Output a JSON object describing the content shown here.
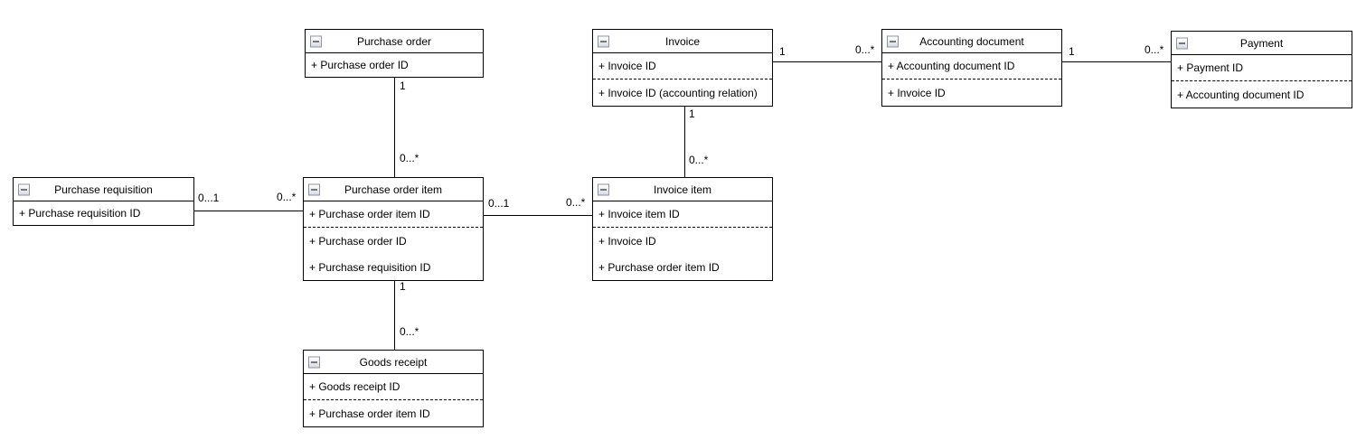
{
  "diagram": {
    "type": "uml-entity-relationship",
    "colors": {
      "line": "#000000",
      "fill": "#ffffff",
      "text": "#000000",
      "collapse_button_border": "#8d93a5"
    },
    "entities": [
      {
        "title": "Purchase order",
        "sections": [
          [
            "+ Purchase order ID"
          ]
        ]
      },
      {
        "title": "Purchase requisition",
        "sections": [
          [
            "+ Purchase requisition ID"
          ]
        ]
      },
      {
        "title": "Purchase order item",
        "sections": [
          [
            "+ Purchase order item ID"
          ],
          [
            "+ Purchase order ID",
            "+ Purchase requisition ID"
          ]
        ]
      },
      {
        "title": "Invoice",
        "sections": [
          [
            "+ Invoice ID"
          ],
          [
            "+ Invoice ID (accounting relation)"
          ]
        ]
      },
      {
        "title": "Invoice item",
        "sections": [
          [
            "+ Invoice item ID"
          ],
          [
            "+ Invoice ID",
            "+ Purchase order item ID"
          ]
        ]
      },
      {
        "title": "Accounting document",
        "sections": [
          [
            "+ Accounting document ID"
          ],
          [
            "+ Invoice ID"
          ]
        ]
      },
      {
        "title": "Payment",
        "sections": [
          [
            "+ Payment ID"
          ],
          [
            "+ Accounting document ID"
          ]
        ]
      },
      {
        "title": "Goods receipt",
        "sections": [
          [
            "+ Goods receipt ID"
          ],
          [
            "+ Purchase order item ID"
          ]
        ]
      }
    ],
    "connectors": [
      {
        "from": "Purchase order",
        "to": "Purchase order item",
        "source_label": "1",
        "target_label": "0...*"
      },
      {
        "from": "Purchase requisition",
        "to": "Purchase order item",
        "source_label": "0...1",
        "target_label": "0...*"
      },
      {
        "from": "Purchase order item",
        "to": "Invoice item",
        "source_label": "0...1",
        "target_label": "0...*"
      },
      {
        "from": "Invoice",
        "to": "Invoice item",
        "source_label": "1",
        "target_label": "0...*"
      },
      {
        "from": "Invoice",
        "to": "Accounting document",
        "source_label": "1",
        "target_label": "0...*"
      },
      {
        "from": "Accounting document",
        "to": "Payment",
        "source_label": "1",
        "target_label": "0...*"
      },
      {
        "from": "Purchase order item",
        "to": "Goods receipt",
        "source_label": "1",
        "target_label": "0...*"
      }
    ]
  }
}
